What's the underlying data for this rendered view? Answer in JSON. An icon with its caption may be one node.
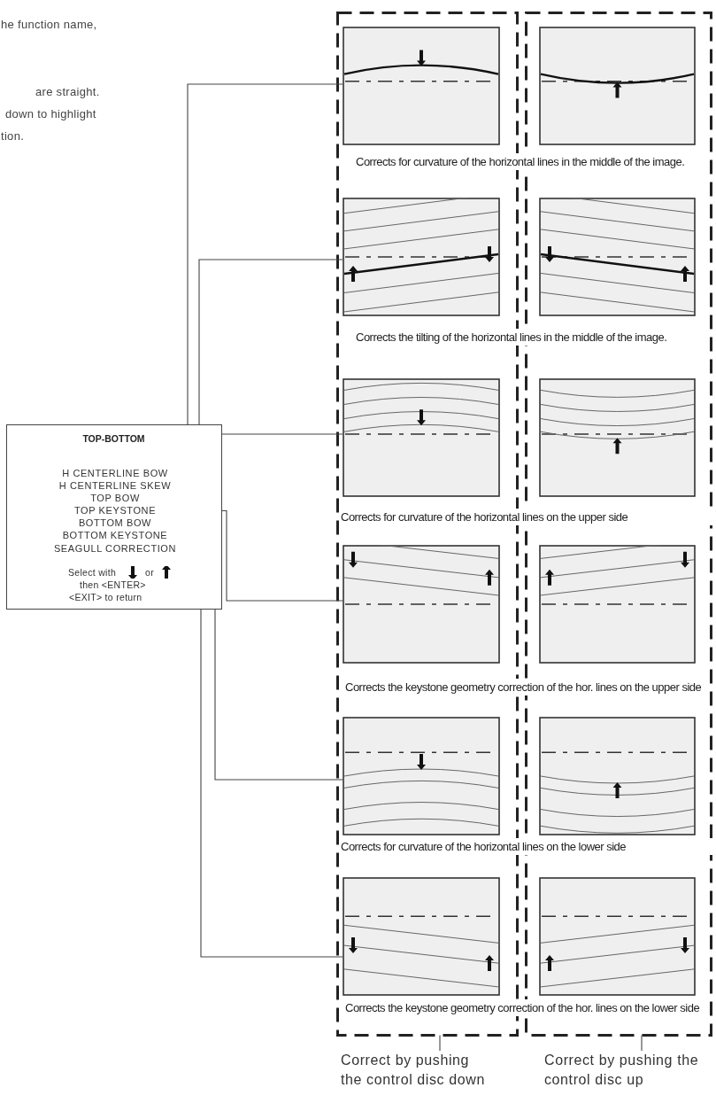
{
  "diagram": {
    "nodes": [
      {
        "text": [
          "TOP-BOTTOM"
        ]
      },
      {
        "text": [
          "H CENTERLINE BOW"
        ],
        "in": 0
      },
      {
        "text": [
          "H CENTERLINE SKEW"
        ],
        "in": 0
      },
      {
        "text": [
          "TOP BOW"
        ],
        "in": 0
      },
      {
        "text": [
          "TOP KEYSTONE"
        ],
        "in": 0
      },
      {
        "text": [
          "BOTTOM BOW"
        ],
        "in": 0
      },
      {
        "text": [
          "BOTTOM KEYSTONE"
        ],
        "in": 0
      },
      {
        "text": [
          "SEAGULL CORRECTION"
        ],
        "in": 0
      },
      {
        "text": [],
        "shape": "box"
      },
      {
        "text": [],
        "shape": "box"
      },
      {
        "text": [],
        "shape": "picture",
        "in": 8
      },
      {
        "text": [],
        "shape": "picture",
        "in": 8
      },
      {
        "text": [],
        "shape": "picture",
        "in": 8
      },
      {
        "text": [],
        "shape": "picture",
        "in": 8
      },
      {
        "text": [],
        "shape": "picture",
        "in": 8
      },
      {
        "text": [],
        "shape": "picture",
        "in": 8
      },
      {
        "text": [
          "Correct by pushing the control disc down"
        ]
      },
      {
        "text": [
          "Correct by pushing the control disc up"
        ]
      }
    ],
    "edges": [
      {
        "from": 1,
        "to": 10,
        "arrow": "none"
      },
      {
        "from": 2,
        "to": 11,
        "arrow": "none"
      },
      {
        "from": 3,
        "to": 12,
        "arrow": "none"
      },
      {
        "from": 4,
        "to": 13,
        "arrow": "none"
      },
      {
        "from": 5,
        "to": 14,
        "arrow": "none"
      },
      {
        "from": 6,
        "to": 15,
        "arrow": "none"
      },
      {
        "from": 16,
        "to": 8,
        "arrow": "none"
      },
      {
        "from": 17,
        "to": 9,
        "arrow": "none"
      }
    ],
    "labels": [
      "he function name,",
      "are straight.",
      "down to highlight",
      "tion.",
      "Corrects for curvature of the horizontal lines in the middle of the image.",
      "Corrects the tilting of the horizontal lines in the middle of the image.",
      "Corrects for curvature of the horizontal lines on the upper side",
      "Select with",
      "or",
      "then <ENTER>",
      "<EXIT> to return",
      "Corrects the keystone geometry correction of the hor. lines on the upper side",
      "Corrects for curvature of the horizontal lines on the lower side",
      "Corrects the keystone geometry correction of the hor. lines on the lower side"
    ]
  }
}
